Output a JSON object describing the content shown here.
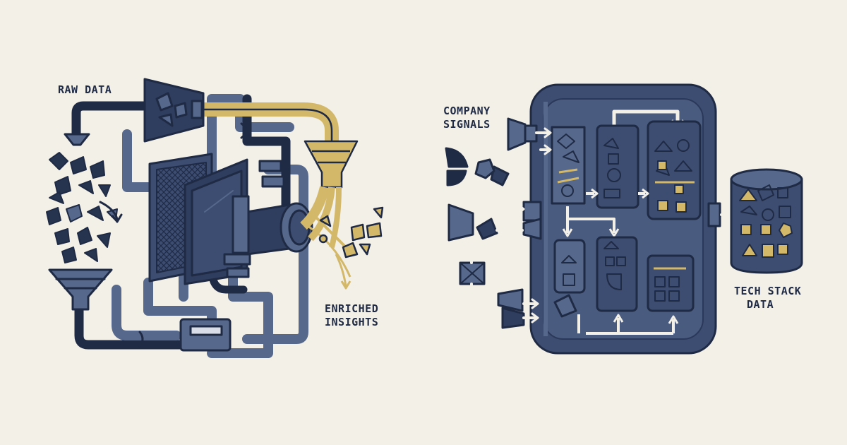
{
  "labels": {
    "raw_data": "RAW DATA",
    "enriched_line1": "ENRICHED",
    "enriched_line2": "INSIGHTS",
    "company_line1": "COMPANY",
    "company_line2": "SIGNALS",
    "tech_line1": "TECH STACK",
    "tech_line2": "DATA"
  },
  "colors": {
    "background": "#f3f0e8",
    "navy": "#1f2a44",
    "slate": "#56688c",
    "panel": "#3d4d72",
    "gold": "#d4b86a"
  }
}
